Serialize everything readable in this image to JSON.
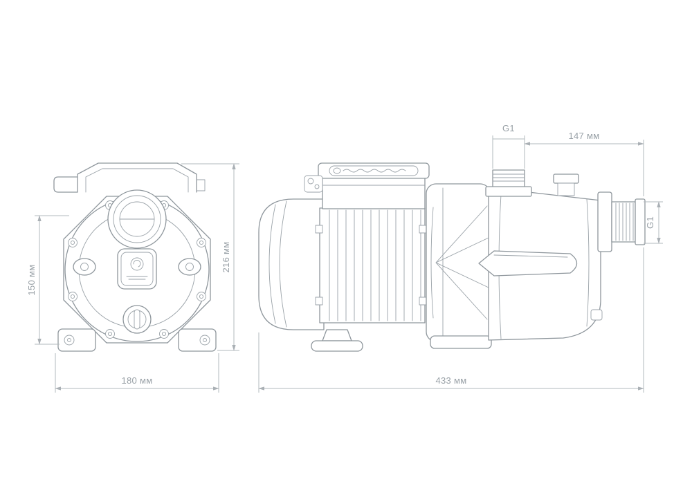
{
  "drawing": {
    "type": "technical-drawing",
    "subject": "surface-jet-pump-two-view-dimension-drawing",
    "colors": {
      "line": "#8e969c",
      "dimension_line": "#b2b8bc",
      "text": "#98a0a6",
      "background": "#ffffff"
    },
    "dimensions": {
      "front_height": "216 мм",
      "front_port_height": "150 мм",
      "front_width": "180 мм",
      "side_length": "433 мм",
      "outlet_offset": "147 мм",
      "thread_top": "G1",
      "thread_side": "G1"
    }
  }
}
